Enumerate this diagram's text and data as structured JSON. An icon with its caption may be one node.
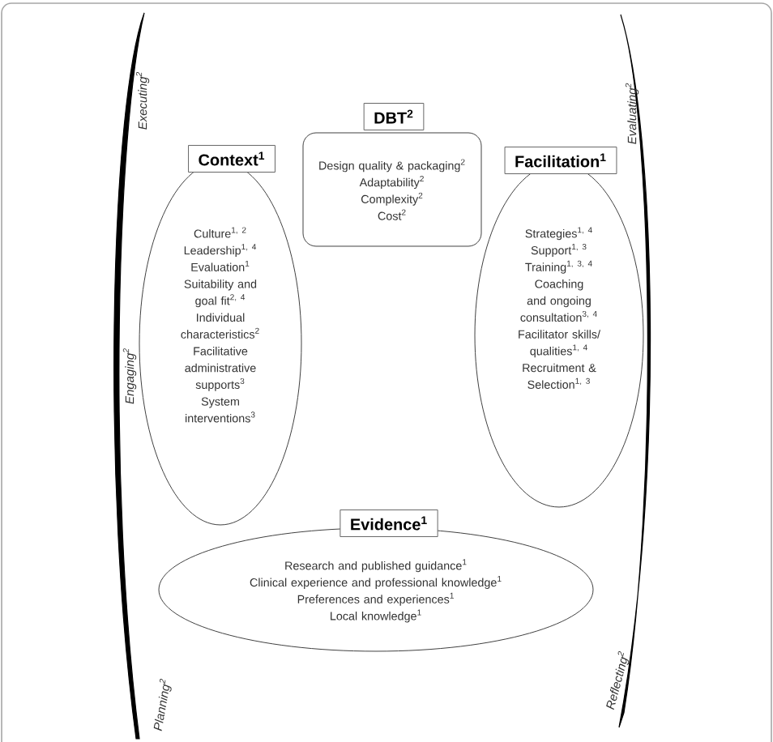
{
  "diagram": {
    "nodes": [
      {
        "text": [
          "Context$^{1}$"
        ]
      },
      {
        "text": [
          "Culture$^{1, 2}$",
          "Leadership$^{1, 4}$",
          "Evaluation$^{1}$",
          "Suitability and goal fit$^{2, 4}$",
          "Individual characteristics$^{2}$",
          "Facilitative administrative supports$^{3}$",
          "System interventions$^{3}$"
        ]
      },
      {
        "text": [
          "DBT$^{2}$"
        ]
      },
      {
        "text": [
          "Design quality & packaging$^{2}$",
          "Adaptability$^{2}$",
          "Complexity$^{2}$",
          "Cost$^{2}$"
        ]
      },
      {
        "text": [
          "Facilitation$^{1}$"
        ]
      },
      {
        "text": [
          "Strategies$^{1, 4}$",
          "Support$^{1, 3}$",
          "Training$^{1, 3, 4}$",
          "Coaching and ongoing consultation$^{3, 4}$",
          "Facilitator skills/ qualities$^{1, 4}$",
          "Recruitment & Selection$^{1, 3}$"
        ]
      },
      {
        "text": [
          "Evidence$^{1}$"
        ]
      },
      {
        "text": [
          "Research and published guidance$^{1}$",
          "Clinical experience and professional knowledge$^{1}$",
          "Preferences and experiences$^{1}$",
          "Local knowledge$^{1}$"
        ]
      }
    ],
    "edges": [],
    "labels": [
      "Executing$^{2}$",
      "Evaluating$^{2}$",
      "Engaging$^{2}$",
      "Planning$^{2}$",
      "Reflecting$^{2}$"
    ]
  }
}
